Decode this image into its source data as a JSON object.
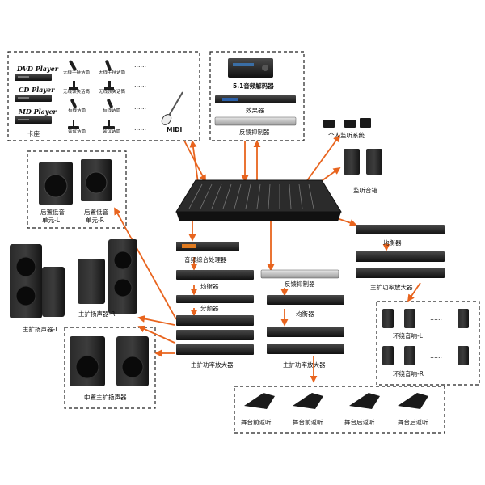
{
  "sources": {
    "players": [
      "DVD Player",
      "CD Player",
      "MD Player"
    ],
    "mic_row1": [
      "无线手持话筒",
      "无线手持话筒"
    ],
    "mic_row2": [
      "无线领夹话筒",
      "无线领夹话筒"
    ],
    "mic_row3": [
      "有线话筒",
      "有线话筒"
    ],
    "mic_row4": [
      "会议话筒",
      "会议话筒"
    ],
    "ellipsis": "……",
    "deck": "卡座",
    "midi": "MIDI"
  },
  "top_devices": {
    "decoder": "5.1音频解码器",
    "effects": "效果器",
    "feedback": "反馈抑制器"
  },
  "monitoring": {
    "personal": "个人监听系统",
    "speakers": "监听音箱"
  },
  "rear_subs": {
    "left": [
      "后置低音",
      "单元-L"
    ],
    "right": [
      "后置低音",
      "单元-R"
    ]
  },
  "main_speakers": {
    "left": "主扩扬声器-L",
    "right": "主扩扬声器-R",
    "mid": "中置主扩扬声器"
  },
  "chain_left": {
    "processor": "音频综合处理器",
    "eq": "均衡器",
    "crossover": "分频器",
    "amp": "主扩功率放大器"
  },
  "chain_mid": {
    "feedback": "反馈抑制器",
    "eq": "均衡器",
    "amp": "主扩功率放大器"
  },
  "chain_right": {
    "eq": "均衡器",
    "amp": "主扩功率放大器"
  },
  "surround": {
    "left": "环绕音响-L",
    "right": "环绕音响-R",
    "ellipsis": "……"
  },
  "stage_monitors": [
    "舞台前返听",
    "舞台前返听",
    "舞台后返听",
    "舞台后返听"
  ],
  "colors": {
    "arrow": "#e8641e",
    "device": "#1c1c1c",
    "speaker": "#141414"
  }
}
